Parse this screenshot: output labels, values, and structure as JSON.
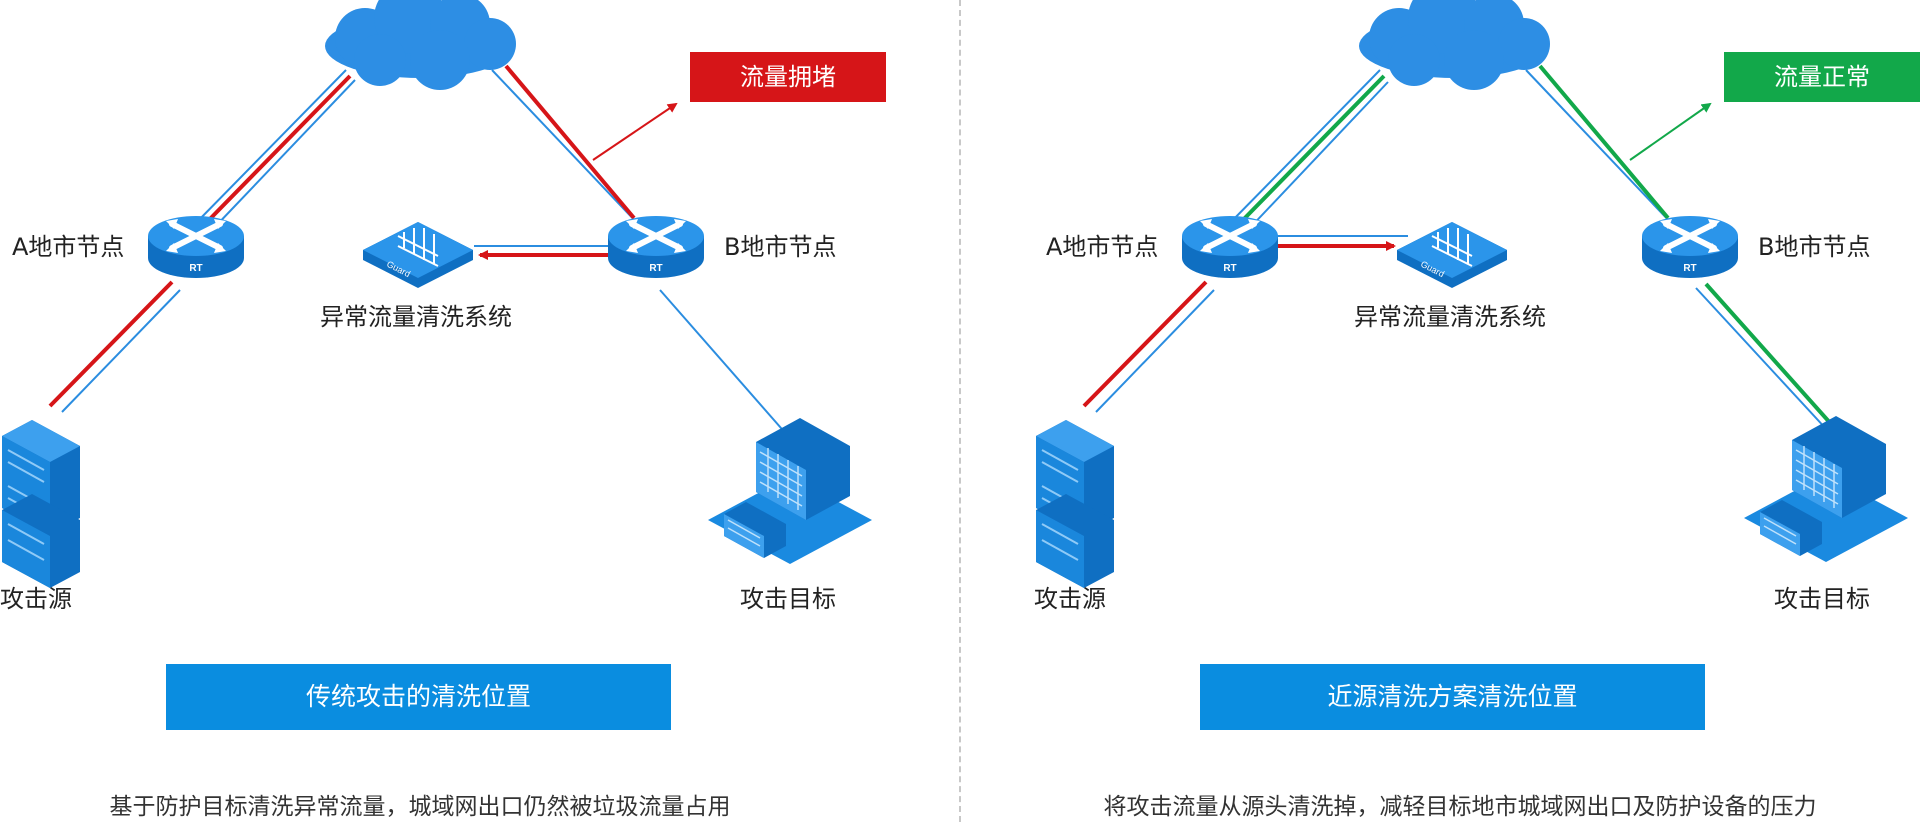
{
  "left": {
    "status": {
      "text": "流量拥堵",
      "color": "#d61518"
    },
    "node_a": "A地市节点",
    "node_b": "B地市节点",
    "guard_label": "异常流量清洗系统",
    "source_label": "攻击源",
    "target_label": "攻击目标",
    "caption": "传统攻击的清洗位置",
    "note": "基于防护目标清洗异常流量，城域网出口仍然被垃圾流量占用"
  },
  "right": {
    "status": {
      "text": "流量正常",
      "color": "#12a84a"
    },
    "node_a": "A地市节点",
    "node_b": "B地市节点",
    "guard_label": "异常流量清洗系统",
    "source_label": "攻击源",
    "target_label": "攻击目标",
    "caption": "近源清洗方案清洗位置",
    "note": "将攻击流量从源头清洗掉，减轻目标地市城域网出口及防护设备的压力"
  },
  "device_text": {
    "router": "RT",
    "guard": "Guard"
  },
  "colors": {
    "attack": "#d61518",
    "normal": "#12a84a",
    "link": "#2b8de0",
    "device": "#1a8ae0"
  }
}
